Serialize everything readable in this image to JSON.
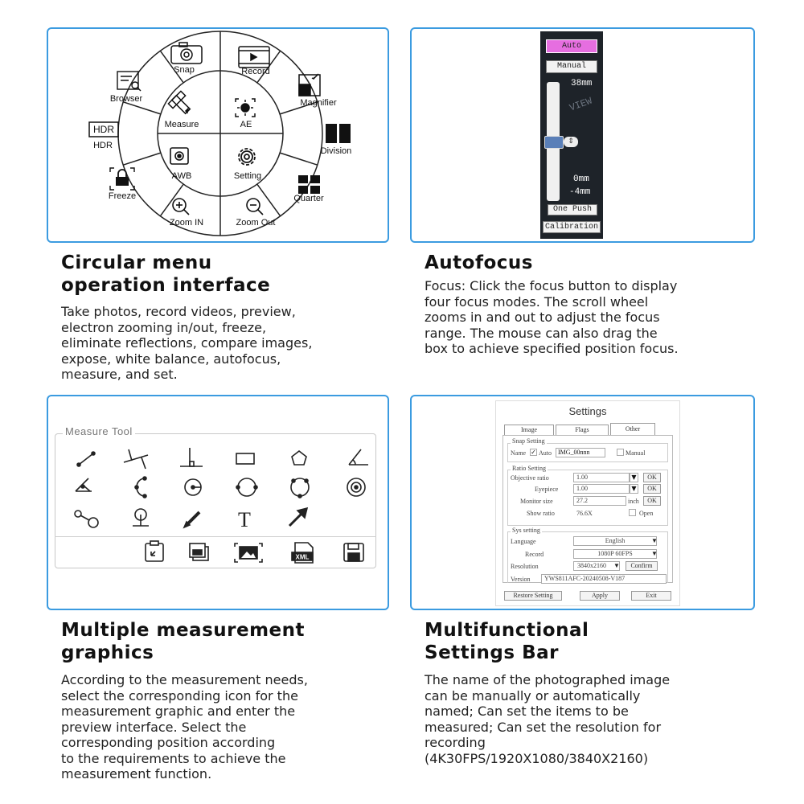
{
  "panel1": {
    "title_lines": [
      "Circular menu",
      "operation interface"
    ],
    "desc_lines": [
      "Take photos, record videos, preview,",
      "electron zooming in/out, freeze,",
      "eliminate reflections, compare images,",
      "expose, white balance, autofocus,",
      "measure, and set."
    ],
    "menu": {
      "outer": [
        "Snap",
        "Record",
        "Magnifier",
        "Division",
        "Quarter",
        "Zoom Out",
        "Zoom IN",
        "Freeze",
        "HDR",
        "Browser"
      ],
      "inner": [
        "Measure",
        "AE",
        "Setting",
        "AWB"
      ],
      "hdr_badge": "HDR"
    }
  },
  "panel2": {
    "title": "Autofocus",
    "desc_lines": [
      "Focus: Click the focus button to display",
      "four focus modes. The scroll wheel",
      "zooms in and out to adjust the focus",
      "range. The mouse can also drag the",
      "box to achieve specified position focus."
    ],
    "af": {
      "auto": "Auto",
      "manual": "Manual",
      "top_value": "38mm",
      "zero_value": "0mm",
      "bottom_value": "-4mm",
      "one_push": "One Push",
      "calibration": "Calibration",
      "watermark": "VIEW"
    }
  },
  "panel3": {
    "title_lines": [
      "Multiple measurement",
      "graphics"
    ],
    "desc_lines": [
      "According to the measurement needs,",
      "select the corresponding icon for the",
      "measurement graphic and enter the",
      "preview interface. Select the",
      "corresponding position according",
      "to the requirements to achieve the",
      "measurement function."
    ],
    "measure_tool": {
      "legend": "Measure Tool",
      "text_tool": "T",
      "xml_label": "XML"
    }
  },
  "panel4": {
    "title_lines": [
      "Multifunctional",
      "Settings Bar"
    ],
    "desc_lines": [
      "The name of the photographed image",
      "can be manually or automatically",
      "named; Can set the items to be",
      "measured; Can set the resolution for",
      "recording",
      "(4K30FPS/1920X1080/3840X2160)"
    ],
    "settings": {
      "title": "Settings",
      "tabs": [
        "Image",
        "Flags",
        "Other"
      ],
      "snap_group": "Snap Setting",
      "name_label": "Name",
      "auto_label": "Auto",
      "name_value": "IMG_00nnn",
      "manual_label": "Manual",
      "ratio_group": "Ratio Setting",
      "objective_label": "Objective ratio",
      "objective_value": "1.00",
      "eyepiece_label": "Eyepiece",
      "eyepiece_value": "1.00",
      "monitor_label": "Monitor size",
      "monitor_value": "27.2",
      "monitor_unit": "inch",
      "show_label": "Show ratio",
      "show_value": "76.6X",
      "open_label": "Open",
      "ok_label": "OK",
      "sys_group": "Sys setting",
      "language_label": "Language",
      "language_value": "English",
      "record_label": "Record",
      "record_value": "1080P 60FPS",
      "resolution_label": "Resolution",
      "resolution_value": "3840x2160",
      "confirm_label": "Confirm",
      "version_label": "Version",
      "version_value": "YWS811AFC-20240508-V187",
      "restore_label": "Restore Setting",
      "apply_label": "Apply",
      "exit_label": "Exit"
    }
  },
  "colors": {
    "border": "#3b9be0",
    "af_bg": "#1e2329",
    "af_auto": "#e66ee0",
    "tick": "#333333"
  }
}
